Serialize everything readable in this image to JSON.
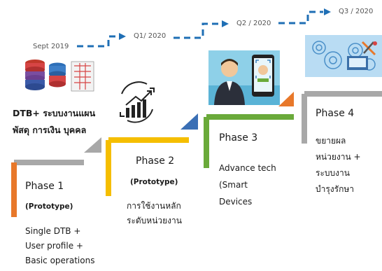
{
  "timeline": {
    "milestones": [
      {
        "label": "Sept 2019"
      },
      {
        "label": "Q1/ 2020"
      },
      {
        "label": "Q2 / 2020"
      },
      {
        "label": "Q3 / 2020"
      }
    ]
  },
  "db_block": {
    "line1": "DTB+ ระบบงานแผน",
    "line2": "พัสดุ การเงิน บุคคล"
  },
  "phases": [
    {
      "title": "Phase 1",
      "subtitle": "(Prototype)",
      "desc": [
        "Single DTB +",
        "User profile +",
        "Basic operations"
      ],
      "color": "#e8782a"
    },
    {
      "title": "Phase 2",
      "subtitle": "(Prototype)",
      "desc": [
        "การใช้งานหลัก",
        "ระดับหน่วยงาน"
      ],
      "color": "#f5be00"
    },
    {
      "title": "Phase 3",
      "subtitle": "",
      "desc": [
        "Advance tech",
        "(Smart",
        "Devices"
      ],
      "color": "#6aaa3a"
    },
    {
      "title": "Phase 4",
      "subtitle": "",
      "desc": [
        "ขยายผล",
        "หน่วยงาน +",
        "ระบบงาน",
        "บำรุงรักษา"
      ],
      "color": "#a8a8a8"
    }
  ],
  "colors": {
    "dash_blue": "#1f6fb5",
    "gray": "#a8a8a8",
    "triangle_blue": "#3a6fb5",
    "triangle_orange": "#e8782a"
  },
  "icons": [
    "database-icon",
    "growth-chart-icon",
    "smartphone-face-id-icon",
    "gears-icon"
  ]
}
